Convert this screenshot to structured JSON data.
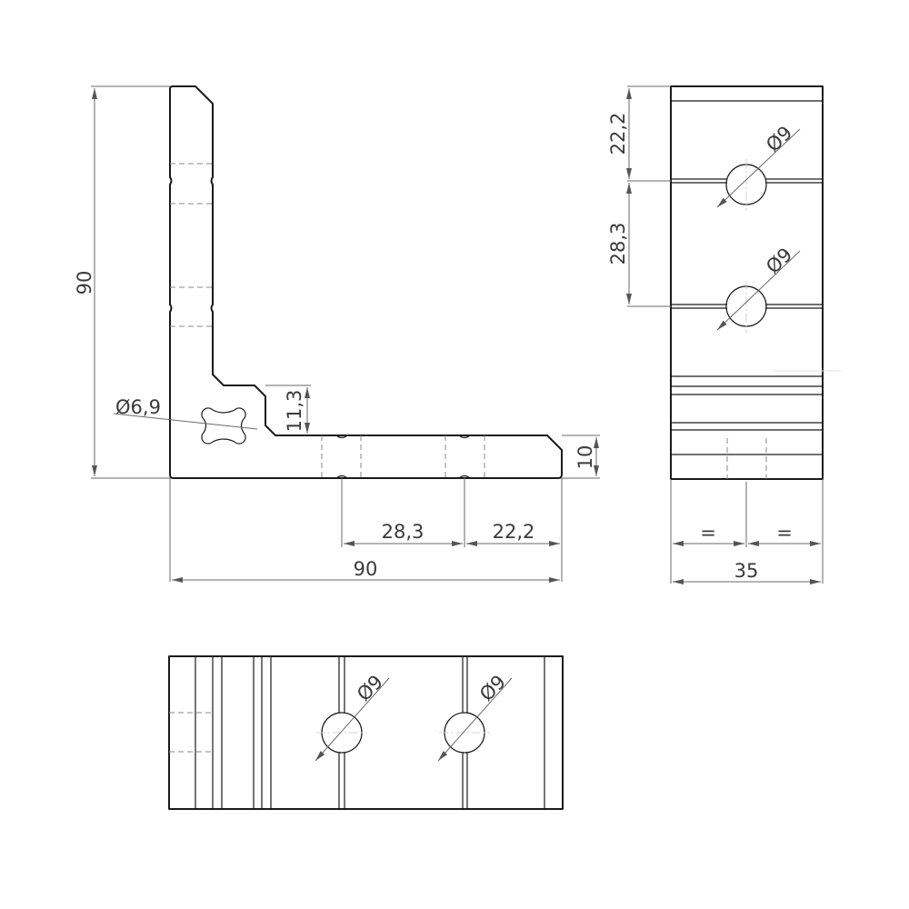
{
  "drawing": {
    "type": "technical-drawing",
    "subject": "L-angle corner bracket, three orthographic views",
    "line_color": "#1a1a1a",
    "dimension_color": "#6a6a6a",
    "text_color": "#3a3a3a"
  },
  "front_view": {
    "dims": {
      "height": "90",
      "width": "90",
      "hole_diameter": "Ø6,9",
      "inner_step": "11,3",
      "base_thickness": "10",
      "hole_spacing": "28,3",
      "edge_to_hole": "22,2"
    }
  },
  "side_view": {
    "dims": {
      "top_to_hole": "22,2",
      "hole_spacing": "28,3",
      "hole_1_diameter": "Ø9",
      "hole_2_diameter": "Ø9",
      "half_left": "=",
      "half_right": "=",
      "width": "35"
    }
  },
  "bottom_view": {
    "dims": {
      "hole_1_diameter": "Ø9",
      "hole_2_diameter": "Ø9"
    }
  }
}
